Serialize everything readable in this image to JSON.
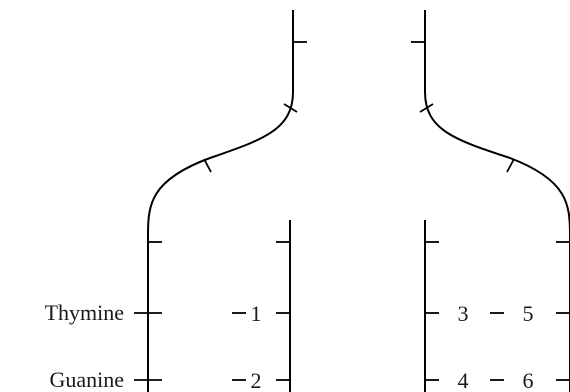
{
  "diagram": {
    "base_labels": {
      "thymine": "Thymine",
      "guanine": "Guanine"
    },
    "pair_numbers": {
      "one": "1",
      "two": "2",
      "three": "3",
      "four": "4",
      "five": "5",
      "six": "6"
    }
  }
}
